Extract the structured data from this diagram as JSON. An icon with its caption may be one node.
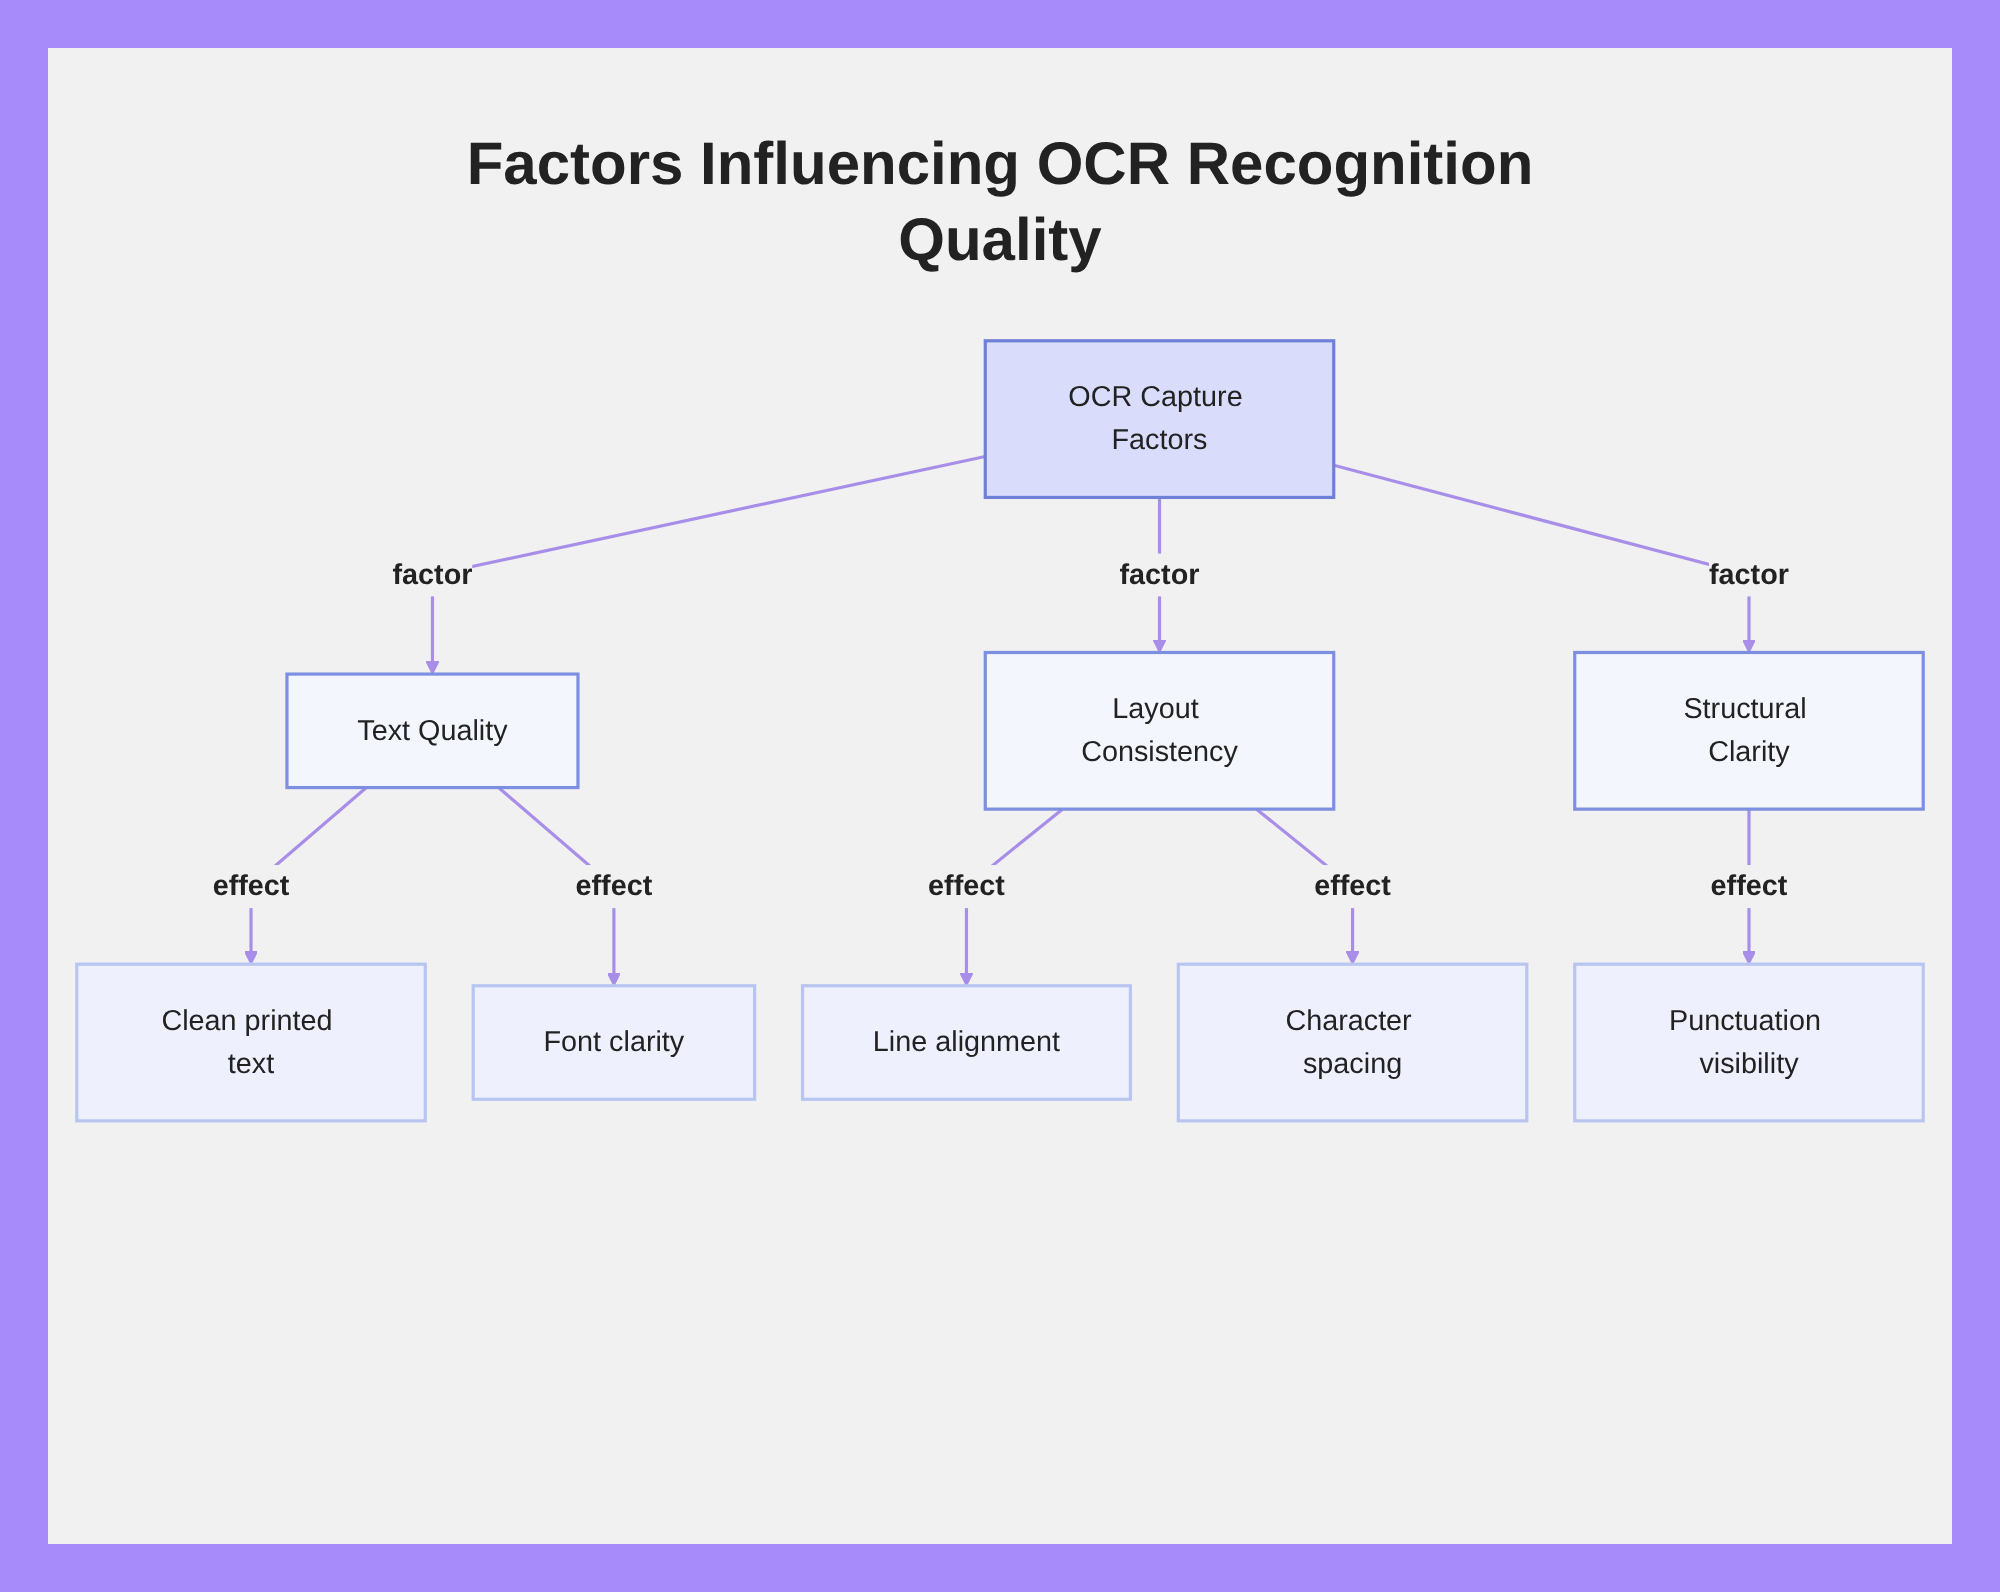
{
  "diagram": {
    "title": "Factors Influencing OCR Recognition Quality",
    "nodes": [
      {
        "text": [
          "OCR Capture Factors"
        ]
      },
      {
        "text": [
          "Text Quality"
        ]
      },
      {
        "text": [
          "Layout Consistency"
        ]
      },
      {
        "text": [
          "Structural Clarity"
        ]
      },
      {
        "text": [
          "Clean printed text"
        ]
      },
      {
        "text": [
          "Font clarity"
        ]
      },
      {
        "text": [
          "Line alignment"
        ]
      },
      {
        "text": [
          "Character spacing"
        ]
      },
      {
        "text": [
          "Punctuation visibility"
        ]
      }
    ],
    "edges": [
      {
        "from": 0,
        "to": 1,
        "arrow": "to",
        "label": "factor"
      },
      {
        "from": 0,
        "to": 2,
        "arrow": "to",
        "label": "factor"
      },
      {
        "from": 0,
        "to": 3,
        "arrow": "to",
        "label": "factor"
      },
      {
        "from": 1,
        "to": 4,
        "arrow": "to",
        "label": "effect"
      },
      {
        "from": 1,
        "to": 5,
        "arrow": "to",
        "label": "effect"
      },
      {
        "from": 2,
        "to": 6,
        "arrow": "to",
        "label": "effect"
      },
      {
        "from": 2,
        "to": 7,
        "arrow": "to",
        "label": "effect"
      },
      {
        "from": 3,
        "to": 8,
        "arrow": "to",
        "label": "effect"
      }
    ]
  }
}
